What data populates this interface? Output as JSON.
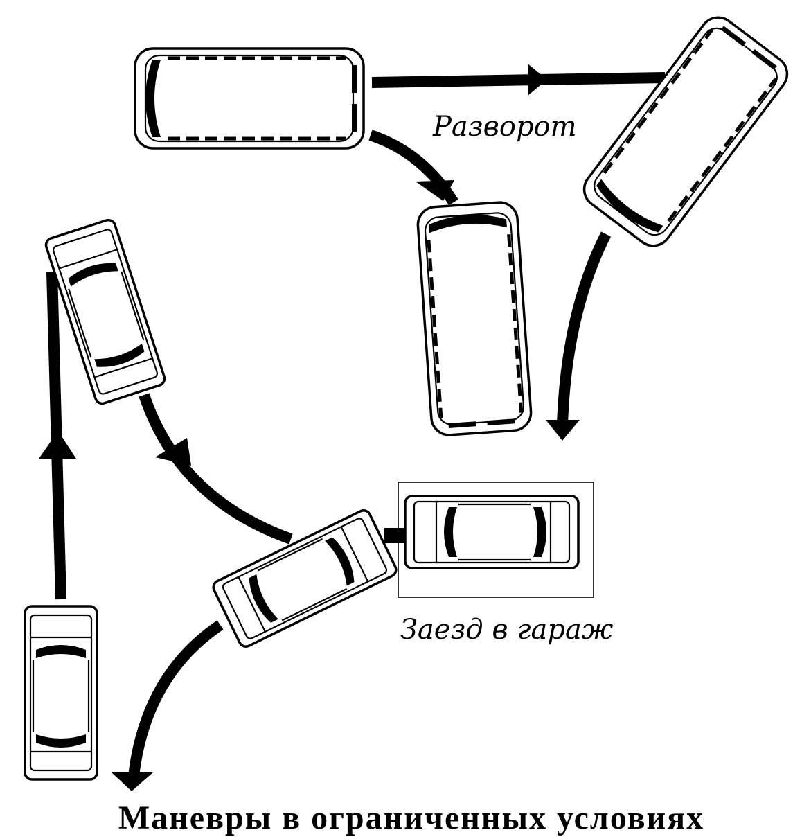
{
  "labels": {
    "u_turn": "Разворот",
    "garage_entry": "Заезд в гараж",
    "title": "Маневры в ограниченных условиях"
  },
  "colors": {
    "ink": "#000000",
    "paper": "#ffffff"
  }
}
